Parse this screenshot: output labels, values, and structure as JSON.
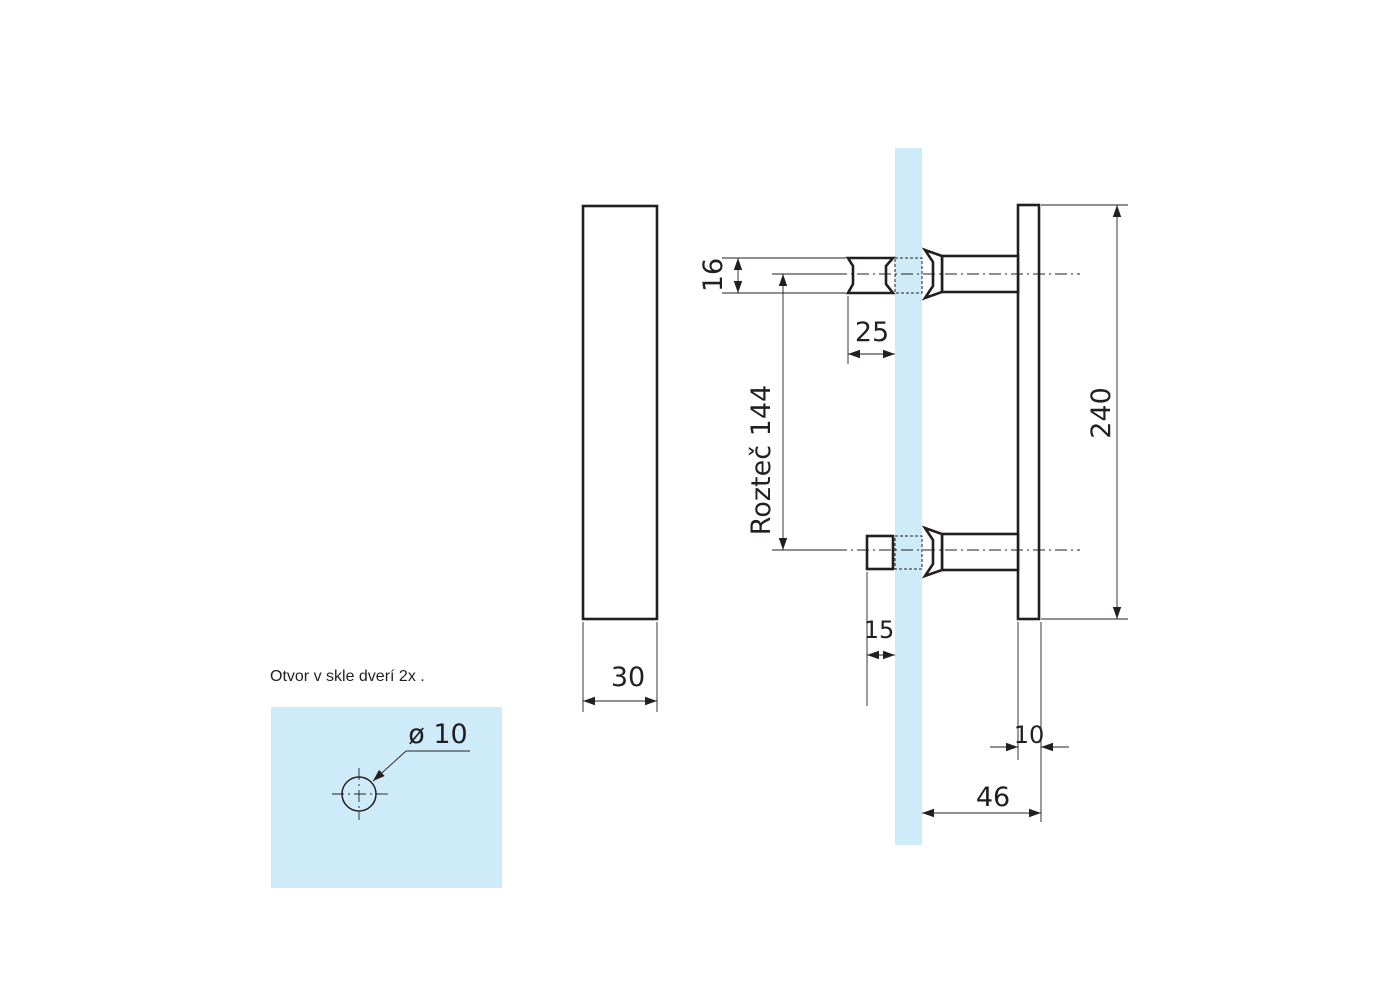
{
  "colors": {
    "glass": "#cdebf8",
    "ink": "#231f20",
    "background": "#ffffff"
  },
  "labels": {
    "hole_caption": "Otvor v skle dverí 2x .",
    "hole_diameter": "ø 10",
    "handle_width": "30",
    "stud_diameter": "16",
    "stud_length": "25",
    "spacing": "Rozteč  144",
    "bar_length": "240",
    "cap_length": "15",
    "plate_thickness": "10",
    "projection": "46"
  }
}
